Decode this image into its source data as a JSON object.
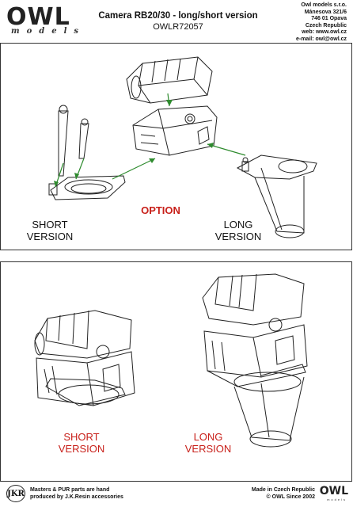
{
  "header": {
    "logo_text": "OWL",
    "logo_sub": "models",
    "title": "Camera RB20/30 - long/short version",
    "code": "OWLR72057",
    "address": [
      "Owl models s.r.o.",
      "Mánesova 321/6",
      "746 01 Opava",
      "Czech Republic",
      "web: www.owl.cz",
      "e-mail: owl@owl.cz"
    ]
  },
  "panel1": {
    "option_label": "OPTION",
    "short_label_1": "SHORT",
    "short_label_2": "VERSION",
    "long_label_1": "LONG",
    "long_label_2": "VERSION"
  },
  "panel2": {
    "short_label_1": "SHORT",
    "short_label_2": "VERSION",
    "long_label_1": "LONG",
    "long_label_2": "VERSION"
  },
  "footer": {
    "left_line_1": "Masters & PUR parts are hand",
    "left_line_2": "produced by J.K.Resin accessories",
    "right_line_1": "Made in Czech Republic",
    "right_line_2": "© OWL Since 2002",
    "badge": "JKR",
    "logo": "OWL",
    "logo_sub": "models"
  },
  "colors": {
    "arrow": "#2e8b2e",
    "red_label": "#c8201a",
    "line": "#222222"
  }
}
